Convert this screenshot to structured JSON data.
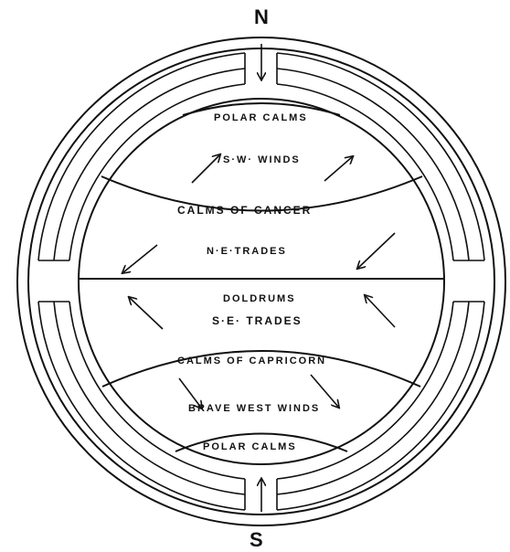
{
  "poles": {
    "north": "N",
    "south": "S"
  },
  "zones": {
    "polar_calms_north": "POLAR CALMS",
    "sw_winds": "S·W· WINDS",
    "calms_of_cancer": "CALMS OF CANCER",
    "ne_trades": "N·E·TRADES",
    "doldrums": "DOLDRUMS",
    "se_trades": "S·E· TRADES",
    "calms_of_capricorn": "CALMS OF CAPRICORN",
    "brave_west_winds": "BRAVE WEST WINDS",
    "polar_calms_south": "POLAR CALMS"
  }
}
